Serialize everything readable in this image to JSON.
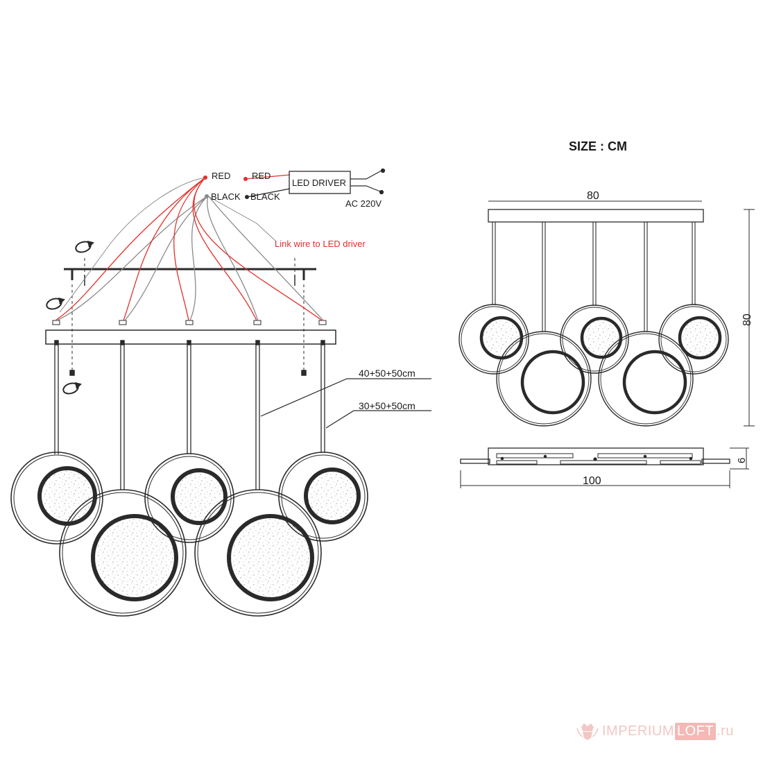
{
  "labels": {
    "size_unit": "SIZE : CM",
    "red_1": "RED",
    "red_2": "RED",
    "black_1": "BLACK",
    "black_2": "BLACK",
    "led_driver": "LED DRIVER",
    "ac_voltage": "AC 220V",
    "link_wire": "Link wire to LED driver",
    "wire_len_1": "40+50+50cm",
    "wire_len_2": "30+50+50cm",
    "dim_top_width": "80",
    "dim_height": "80",
    "dim_depth": "6",
    "dim_total_width": "100"
  },
  "watermark": {
    "part1": "IMPERIUM",
    "part2": "LOFT",
    "part3": ".ru"
  },
  "colors": {
    "line": "#2a2a2a",
    "wire_red": "#e0302a",
    "wire_gray": "#8a8a8a",
    "watermark": "#f2c7c4"
  },
  "icons": [
    "rotate-arrow-icon",
    "rotate-arrow-icon",
    "rotate-arrow-icon",
    "crown-crest-icon"
  ]
}
